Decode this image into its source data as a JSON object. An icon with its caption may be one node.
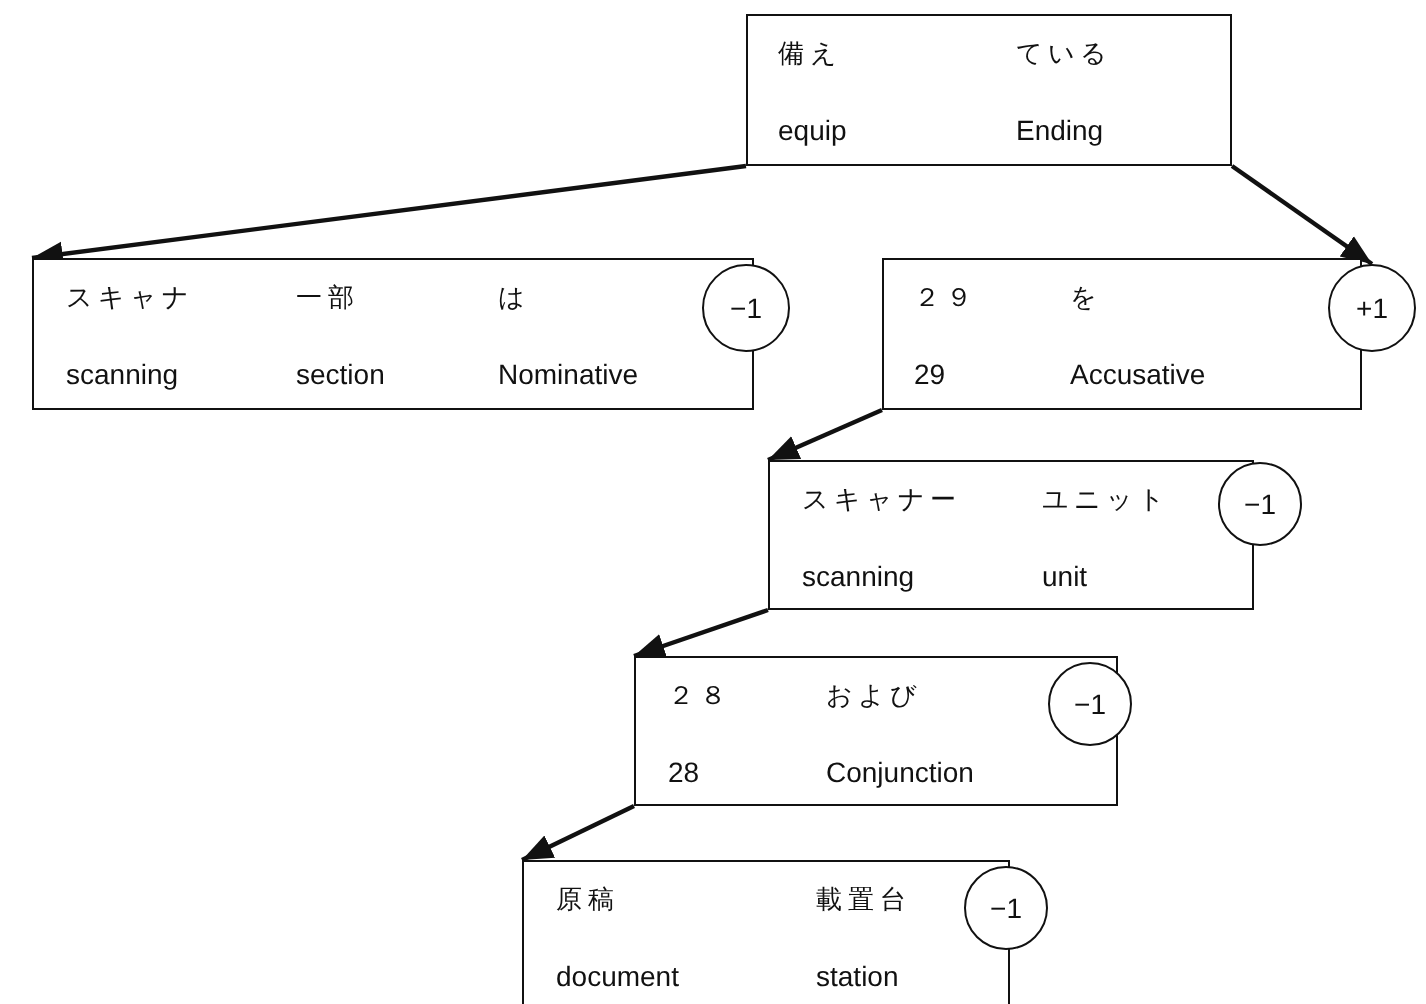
{
  "diagram": {
    "nodes": [
      {
        "text": [
          "備え",
          "ている",
          "equip",
          "Ending"
        ]
      },
      {
        "text": [
          "スキャナ",
          "一部",
          "は",
          "scanning",
          "section",
          "Nominative"
        ]
      },
      {
        "text": [
          "−1"
        ]
      },
      {
        "text": [
          "２９",
          "を",
          "29",
          "Accusative"
        ]
      },
      {
        "text": [
          "+1"
        ]
      },
      {
        "text": [
          "スキャナー",
          "ユニット",
          "scanning",
          "unit"
        ]
      },
      {
        "text": [
          "−1"
        ]
      },
      {
        "text": [
          "２８",
          "および",
          "28",
          "Conjunction"
        ]
      },
      {
        "text": [
          "−1"
        ]
      },
      {
        "text": [
          "原稿",
          "載置台",
          "document",
          "station"
        ]
      },
      {
        "text": [
          "−1"
        ]
      }
    ],
    "edges": [
      {
        "from": 0,
        "to": 1,
        "arrow": "to"
      },
      {
        "from": 0,
        "to": 4,
        "arrow": "to"
      },
      {
        "from": 3,
        "to": 5,
        "arrow": "to"
      },
      {
        "from": 5,
        "to": 7,
        "arrow": "to"
      },
      {
        "from": 7,
        "to": 9,
        "arrow": "to"
      }
    ]
  }
}
